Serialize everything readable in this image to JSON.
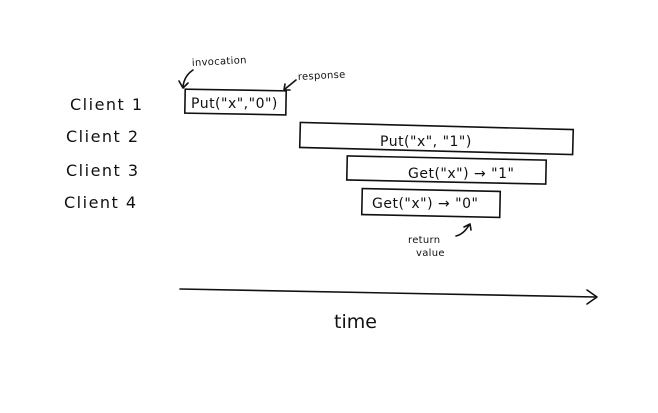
{
  "clients": [
    {
      "label": "Client 1"
    },
    {
      "label": "Client 2"
    },
    {
      "label": "Client 3"
    },
    {
      "label": "Client 4"
    }
  ],
  "operations": [
    {
      "client": "Client 1",
      "label": "Put(\"x\",\"0\")"
    },
    {
      "client": "Client 2",
      "label": "Put(\"x\", \"1\")"
    },
    {
      "client": "Client 3",
      "label": "Get(\"x\")  → \"1\""
    },
    {
      "client": "Client 4",
      "label": "Get(\"x\") → \"0\""
    }
  ],
  "annotations": {
    "invocation": "invocation",
    "response": "response",
    "return_value_line1": "return",
    "return_value_line2": "value"
  },
  "axis": {
    "label": "time"
  },
  "colors": {
    "ink": "#111111",
    "background": "#ffffff"
  }
}
